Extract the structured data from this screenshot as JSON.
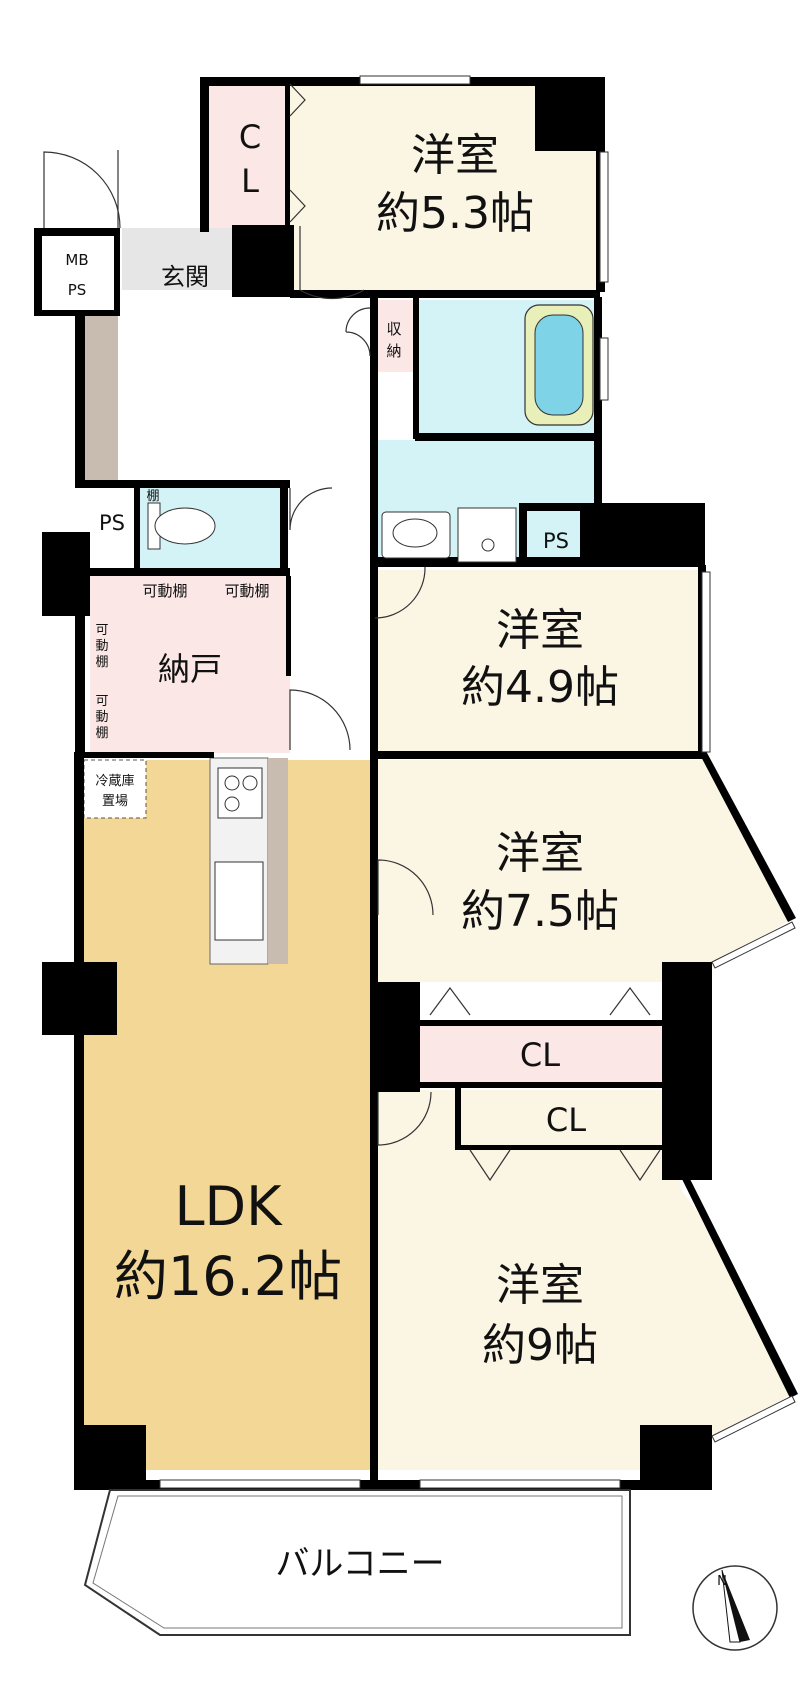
{
  "rooms": {
    "western_5_3": {
      "name": "洋室",
      "size": "約5.3帖"
    },
    "western_4_9": {
      "name": "洋室",
      "size": "約4.9帖"
    },
    "western_7_5": {
      "name": "洋室",
      "size": "約7.5帖"
    },
    "western_9": {
      "name": "洋室",
      "size": "約9帖"
    },
    "ldk": {
      "name": "LDK",
      "size": "約16.2帖"
    }
  },
  "labels": {
    "closet_c": "C",
    "closet_l": "L",
    "closet": "CL",
    "entrance": "玄関",
    "mb": "MB",
    "ps": "PS",
    "storage_1": "収",
    "storage_2": "納",
    "shelf": "棚",
    "nando": "納戸",
    "movable_shelf": "可動棚",
    "movable_1": "可",
    "movable_2": "動",
    "movable_3": "棚",
    "fridge_1": "冷蔵庫",
    "fridge_2": "置場",
    "balcony": "バルコニー",
    "compass": "N"
  },
  "colors": {
    "western_room": "#fbf5e4",
    "ldk_floor": "#f3d796",
    "wet_area": "#d4f3f7",
    "closet": "#fbe8e6",
    "corridor": "#ffffff",
    "counter": "#c8bcb0",
    "wall": "#000000"
  }
}
